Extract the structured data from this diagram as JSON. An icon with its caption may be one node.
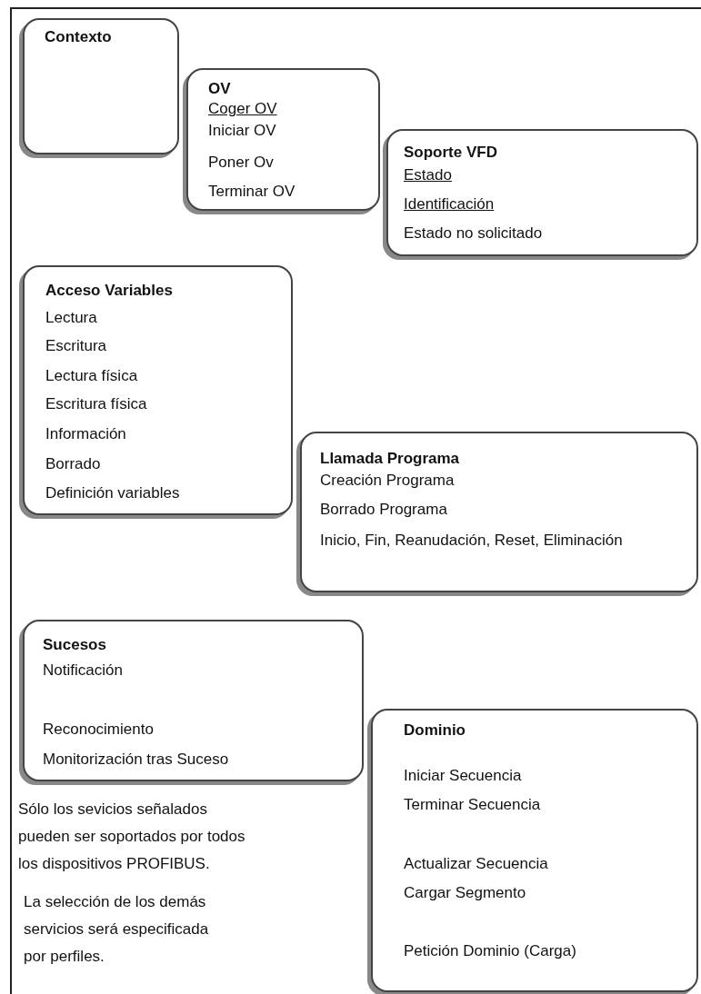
{
  "diagram": {
    "nodes": [
      {
        "text": [
          "Contexto"
        ]
      },
      {
        "text": [
          "OV",
          "Coger OV",
          "Iniciar OV",
          "Poner Ov",
          "Terminar OV"
        ]
      },
      {
        "text": [
          "Soporte VFD",
          "Estado",
          "Identificación",
          "Estado no solicitado"
        ]
      },
      {
        "text": [
          "Acceso Variables",
          "Lectura",
          "Escritura",
          "Lectura física",
          "Escritura física",
          "Información",
          "Borrado",
          "Definición variables"
        ]
      },
      {
        "text": [
          "Llamada Programa",
          "Creación Programa",
          "Borrado Programa",
          "Inicio, Fin, Reanudación, Reset, Eliminación"
        ]
      },
      {
        "text": [
          "Sucesos",
          "Notificación",
          "Reconocimiento",
          "Monitorización tras Suceso"
        ]
      },
      {
        "text": [
          "Dominio",
          "Iniciar Secuencia",
          "Terminar Secuencia",
          "Actualizar Secuencia",
          "Cargar Segmento",
          "Petición Dominio (Carga)"
        ]
      }
    ],
    "edges": [],
    "labels": [
      "Sólo los sevicios señalados pueden ser soportados por todos los dispositivos PROFIBUS.",
      "La selección de los demás servicios será especificada por perfiles."
    ]
  }
}
